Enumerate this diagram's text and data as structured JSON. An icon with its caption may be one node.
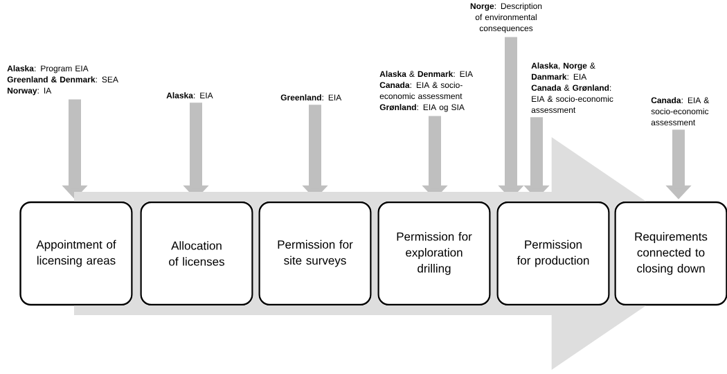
{
  "diagram": {
    "nodes": [
      {
        "text": [
          "Appointment of licensing areas"
        ]
      },
      {
        "text": [
          "Allocation of licenses"
        ]
      },
      {
        "text": [
          "Permission for site surveys"
        ]
      },
      {
        "text": [
          "Permission for exploration drilling"
        ]
      },
      {
        "text": [
          "Permission for production"
        ]
      },
      {
        "text": [
          "Requirements connected to closing down"
        ]
      },
      {
        "text": [
          "**Alaska**: Program EIA",
          "**Greenland & Denmark**: SEA",
          "**Norway**: IA"
        ]
      },
      {
        "text": [
          "**Alaska**: EIA"
        ]
      },
      {
        "text": [
          "**Greenland**: EIA"
        ]
      },
      {
        "text": [
          "**Alaska** & **Denmark**: EIA",
          "**Canada**: EIA & socio-economic assessment",
          "**Grønland**: EIA og SIA"
        ]
      },
      {
        "text": [
          "**Norge**: Description of environmental consequences"
        ]
      },
      {
        "text": [
          "**Alaska**, **Norge** & **Danmark**: EIA",
          "**Canada** & **Grønland**: EIA & socio-economic assessment"
        ]
      },
      {
        "text": [
          "**Canada**: EIA & socio-economic assessment"
        ]
      }
    ],
    "edges": [
      {
        "from": 6,
        "to": 0,
        "arrow": "to"
      },
      {
        "from": 7,
        "to": 1,
        "arrow": "to"
      },
      {
        "from": 8,
        "to": 2,
        "arrow": "to"
      },
      {
        "from": 9,
        "to": 3,
        "arrow": "to"
      },
      {
        "from": 10,
        "to": 4,
        "arrow": "to"
      },
      {
        "from": 11,
        "to": 4,
        "arrow": "to"
      },
      {
        "from": 12,
        "to": 5,
        "arrow": "to"
      },
      {
        "from": 0,
        "to": 5,
        "arrow": "to",
        "style": "thick",
        "color": "#dedede"
      }
    ]
  }
}
